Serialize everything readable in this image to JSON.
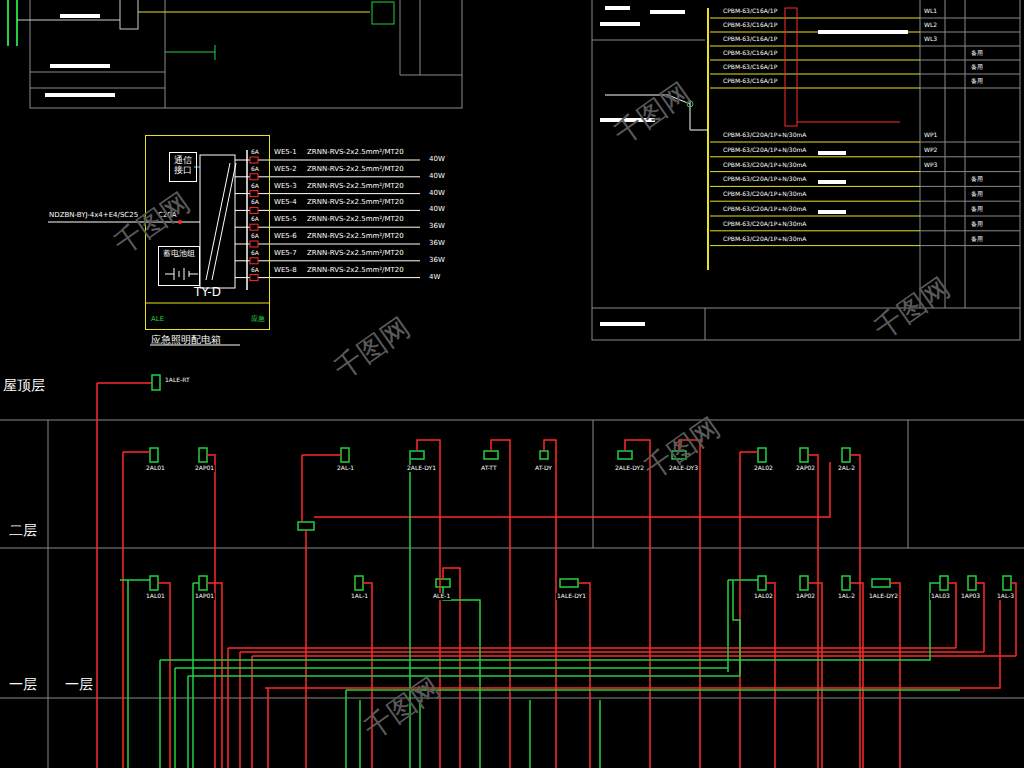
{
  "diagram": {
    "caption": "应急照明配电箱",
    "nodes": [
      {
        "text": [
          "TY-D",
          "应急照明配电箱"
        ]
      },
      {
        "text": [
          "通信接口"
        ],
        "in": 0
      },
      {
        "text": [
          "蓄电池组"
        ],
        "in": 0
      }
    ],
    "labels": [
      "屋顶层",
      "二层",
      "一层",
      "一层",
      "WE5-1",
      "WE5-2",
      "WE5-3",
      "WE5-4",
      "WE5-5",
      "WE5-6",
      "WE5-7",
      "WE5-8",
      "ZRNN-RVS-2x2.5mm²/MT20",
      "ZRNN-RVS-2x2.5mm²/MT20",
      "ZRNN-RVS-2x2.5mm²/MT20",
      "ZRNN-RVS-2x2.5mm²/MT20",
      "ZRNN-RVS-2x2.5mm²/MT20",
      "ZRNN-RVS-2x2.5mm²/MT20",
      "ZRNN-RVS-2x2.5mm²/MT20",
      "ZRNN-RVS-2x2.5mm²/MT20",
      "40W",
      "40W",
      "40W",
      "40W",
      "36W",
      "36W",
      "36W",
      "4W",
      "6A",
      "6A",
      "6A",
      "6A",
      "6A",
      "6A",
      "6A",
      "6A",
      "NDZBN-BYJ-4x4+E4/SC25",
      "C20A",
      "ALE",
      "应急",
      "CPBM-63/C16A/1P",
      "CPBM-63/C16A/1P",
      "CPBM-63/C16A/1P",
      "CPBM-63/C16A/1P",
      "CPBM-63/C16A/1P",
      "CPBM-63/C16A/1P",
      "CPBM-63/C20A/1P+N/30mA",
      "CPBM-63/C20A/1P+N/30mA",
      "CPBM-63/C20A/1P+N/30mA",
      "CPBM-63/C20A/1P+N/30mA",
      "CPBM-63/C20A/1P+N/30mA",
      "CPBM-63/C20A/1P+N/30mA",
      "CPBM-63/C20A/1P+N/30mA",
      "CPBM-63/C20A/1P+N/30mA",
      "WL1",
      "WL2",
      "WL3",
      "WP1",
      "WP2",
      "WP3",
      "备用",
      "备用",
      "备用",
      "备用",
      "备用",
      "备用",
      "备用",
      "备用",
      "1ALE-RT",
      "2AL01",
      "2AP01",
      "2AL-1",
      "2ALE-DY1",
      "AT-TT",
      "AT-DY",
      "2ALE-DY2",
      "2ALE-DY3",
      "2AL02",
      "2AP02",
      "2AL-2",
      "1AL01",
      "1AP01",
      "1AL-1",
      "ALE-1",
      "1ALE-DY1",
      "1AL02",
      "1AP02",
      "1AL-2",
      "1ALE-DY2",
      "1AL03",
      "1AP03",
      "1AL-3",
      "千图网",
      "千图网",
      "千图网",
      "千图网",
      "千图网",
      "千图网"
    ]
  }
}
